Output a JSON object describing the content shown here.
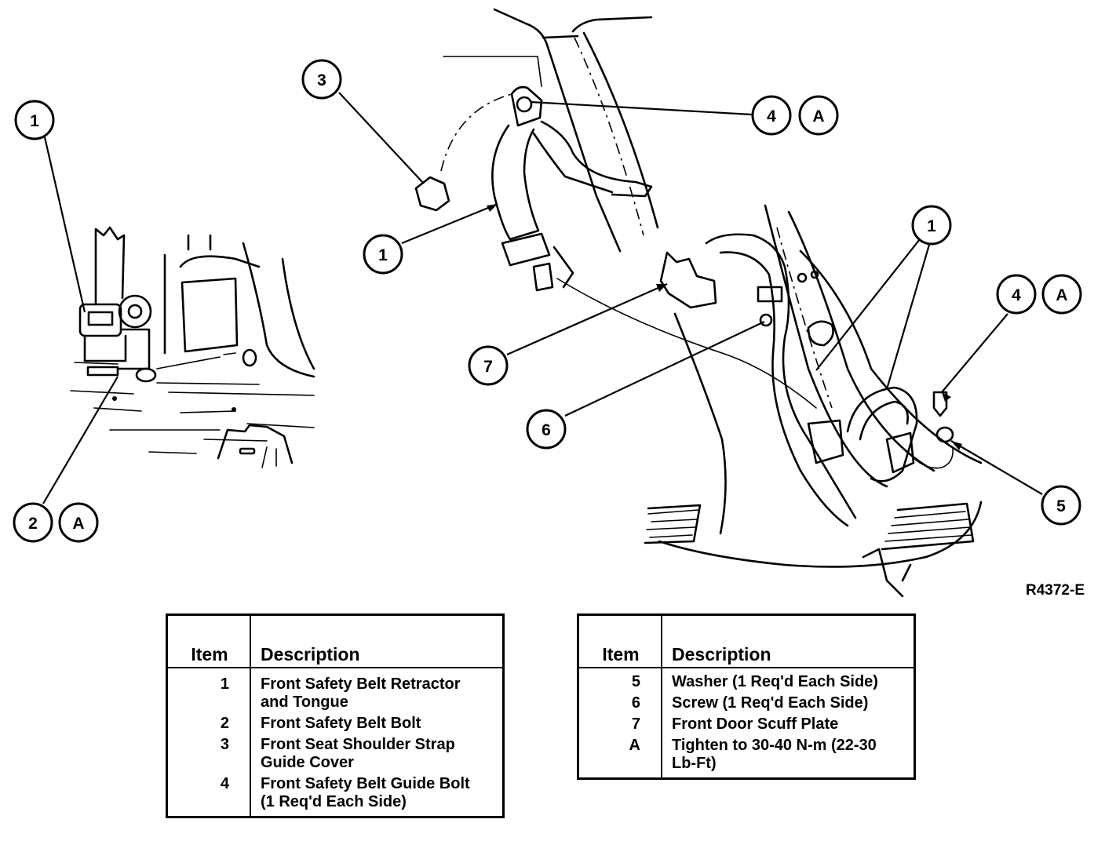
{
  "figure_number": "R4372-E",
  "callouts": [
    {
      "id": "c1-left",
      "text": "1"
    },
    {
      "id": "c2",
      "text": "2"
    },
    {
      "id": "cA-2",
      "text": "A"
    },
    {
      "id": "c3",
      "text": "3"
    },
    {
      "id": "c1-mid",
      "text": "1"
    },
    {
      "id": "c4-top",
      "text": "4"
    },
    {
      "id": "cA-4top",
      "text": "A"
    },
    {
      "id": "c7",
      "text": "7"
    },
    {
      "id": "c6",
      "text": "6"
    },
    {
      "id": "c1-right",
      "text": "1"
    },
    {
      "id": "c4-right",
      "text": "4"
    },
    {
      "id": "cA-4right",
      "text": "A"
    },
    {
      "id": "c5",
      "text": "5"
    }
  ],
  "legend_left": {
    "headers": {
      "item": "Item",
      "description": "Description"
    },
    "rows": [
      {
        "item": "1",
        "description_lines": [
          "Front Safety Belt Retractor",
          "and Tongue"
        ]
      },
      {
        "item": "2",
        "description_lines": [
          "Front Safety Belt Bolt"
        ]
      },
      {
        "item": "3",
        "description_lines": [
          "Front Seat Shoulder Strap",
          "Guide Cover"
        ]
      },
      {
        "item": "4",
        "description_lines": [
          "Front Safety Belt Guide Bolt",
          "(1 Req'd Each Side)"
        ]
      }
    ]
  },
  "legend_right": {
    "headers": {
      "item": "Item",
      "description": "Description"
    },
    "rows": [
      {
        "item": "5",
        "description_lines": [
          "Washer (1 Req'd Each Side)"
        ]
      },
      {
        "item": "6",
        "description_lines": [
          "Screw (1 Req'd Each Side)"
        ]
      },
      {
        "item": "7",
        "description_lines": [
          "Front Door Scuff Plate"
        ]
      },
      {
        "item": "A",
        "description_lines": [
          "Tighten to 30-40 N-m (22-30",
          "Lb-Ft)"
        ]
      }
    ]
  }
}
